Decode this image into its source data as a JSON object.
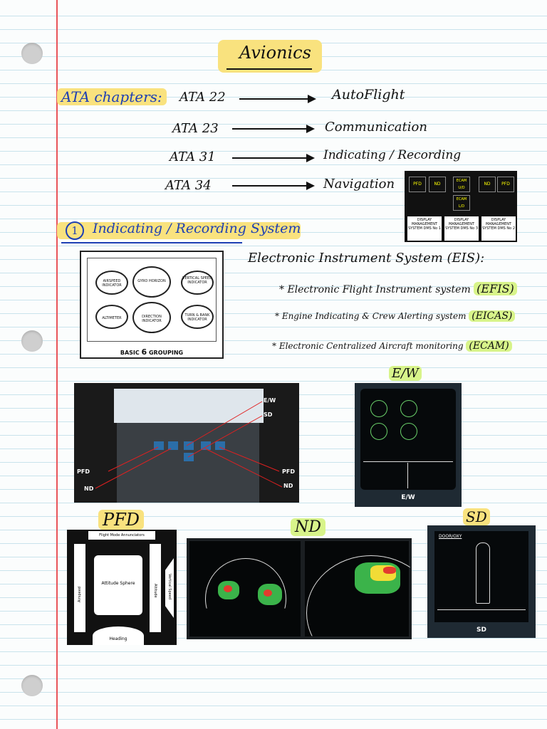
{
  "title": "Avionics",
  "ata": {
    "heading": "ATA chapters:",
    "rows": [
      {
        "code": "ATA 22",
        "name": "AutoFlight"
      },
      {
        "code": "ATA 23",
        "name": "Communication"
      },
      {
        "code": "ATA 31",
        "name": "Indicating / Recording"
      },
      {
        "code": "ATA 34",
        "name": "Navigation"
      }
    ]
  },
  "dms_panel": {
    "buttons": [
      "PFD",
      "ND",
      "ECAM U/D",
      "ECAM L/D",
      "ND",
      "PFD"
    ],
    "units": [
      {
        "label": "DISPLAY MANAGEMENT SYSTEM DMS No 1"
      },
      {
        "label": "DISPLAY MANAGEMENT SYSTEM DMS No 3"
      },
      {
        "label": "DISPLAY MANAGEMENT SYSTEM DMS No 2"
      }
    ]
  },
  "section1": {
    "number": "1",
    "title": "Indicating / Recording System"
  },
  "basic6": {
    "instruments": [
      "AIRSPEED INDICATOR",
      "GYRO HORIZON",
      "VERTICAL SPEED INDICATOR",
      "ALTIMETER",
      "DIRECTION INDICATOR",
      "TURN & BANK INDICATOR"
    ],
    "caption_pre": "BASIC ",
    "caption_num": "6",
    "caption_post": " GROUPING"
  },
  "eis": {
    "heading": "Electronic Instrument System (EIS):",
    "items": [
      {
        "text": "* Electronic Flight Instrument system",
        "abbr": "(EFIS)"
      },
      {
        "text": "* Engine Indicating & Crew Alerting system",
        "abbr": "(EICAS)"
      },
      {
        "text": "* Electronic Centralized Aircraft monitoring",
        "abbr": "(ECAM)"
      }
    ]
  },
  "cockpit_labels": {
    "ew": "E/W",
    "sd": "SD",
    "pfd_left": "PFD",
    "nd_left": "ND",
    "pfd_right": "PFD",
    "nd_right": "ND"
  },
  "ew_photo": {
    "handwritten": "E/W",
    "caption": "E/W"
  },
  "pfd_diagram": {
    "handwritten": "PFD",
    "annunciators": "Flight Mode Annunciators",
    "attitude": "Attitude Sphere",
    "airspeed": "Airspeed",
    "altitude": "Altitude",
    "vertical_speed": "Vertical Speed",
    "heading": "Heading"
  },
  "nd_photo": {
    "handwritten": "ND"
  },
  "sd_photo": {
    "handwritten": "SD",
    "header": "DOOR/OXY",
    "caption": "SD"
  },
  "colors": {
    "margin": "#e9545a",
    "highlight_yellow": "#f9e27e",
    "highlight_green": "#d8f48a",
    "ink_blue": "#1d3fb4",
    "rule": "#c9e3ec"
  }
}
